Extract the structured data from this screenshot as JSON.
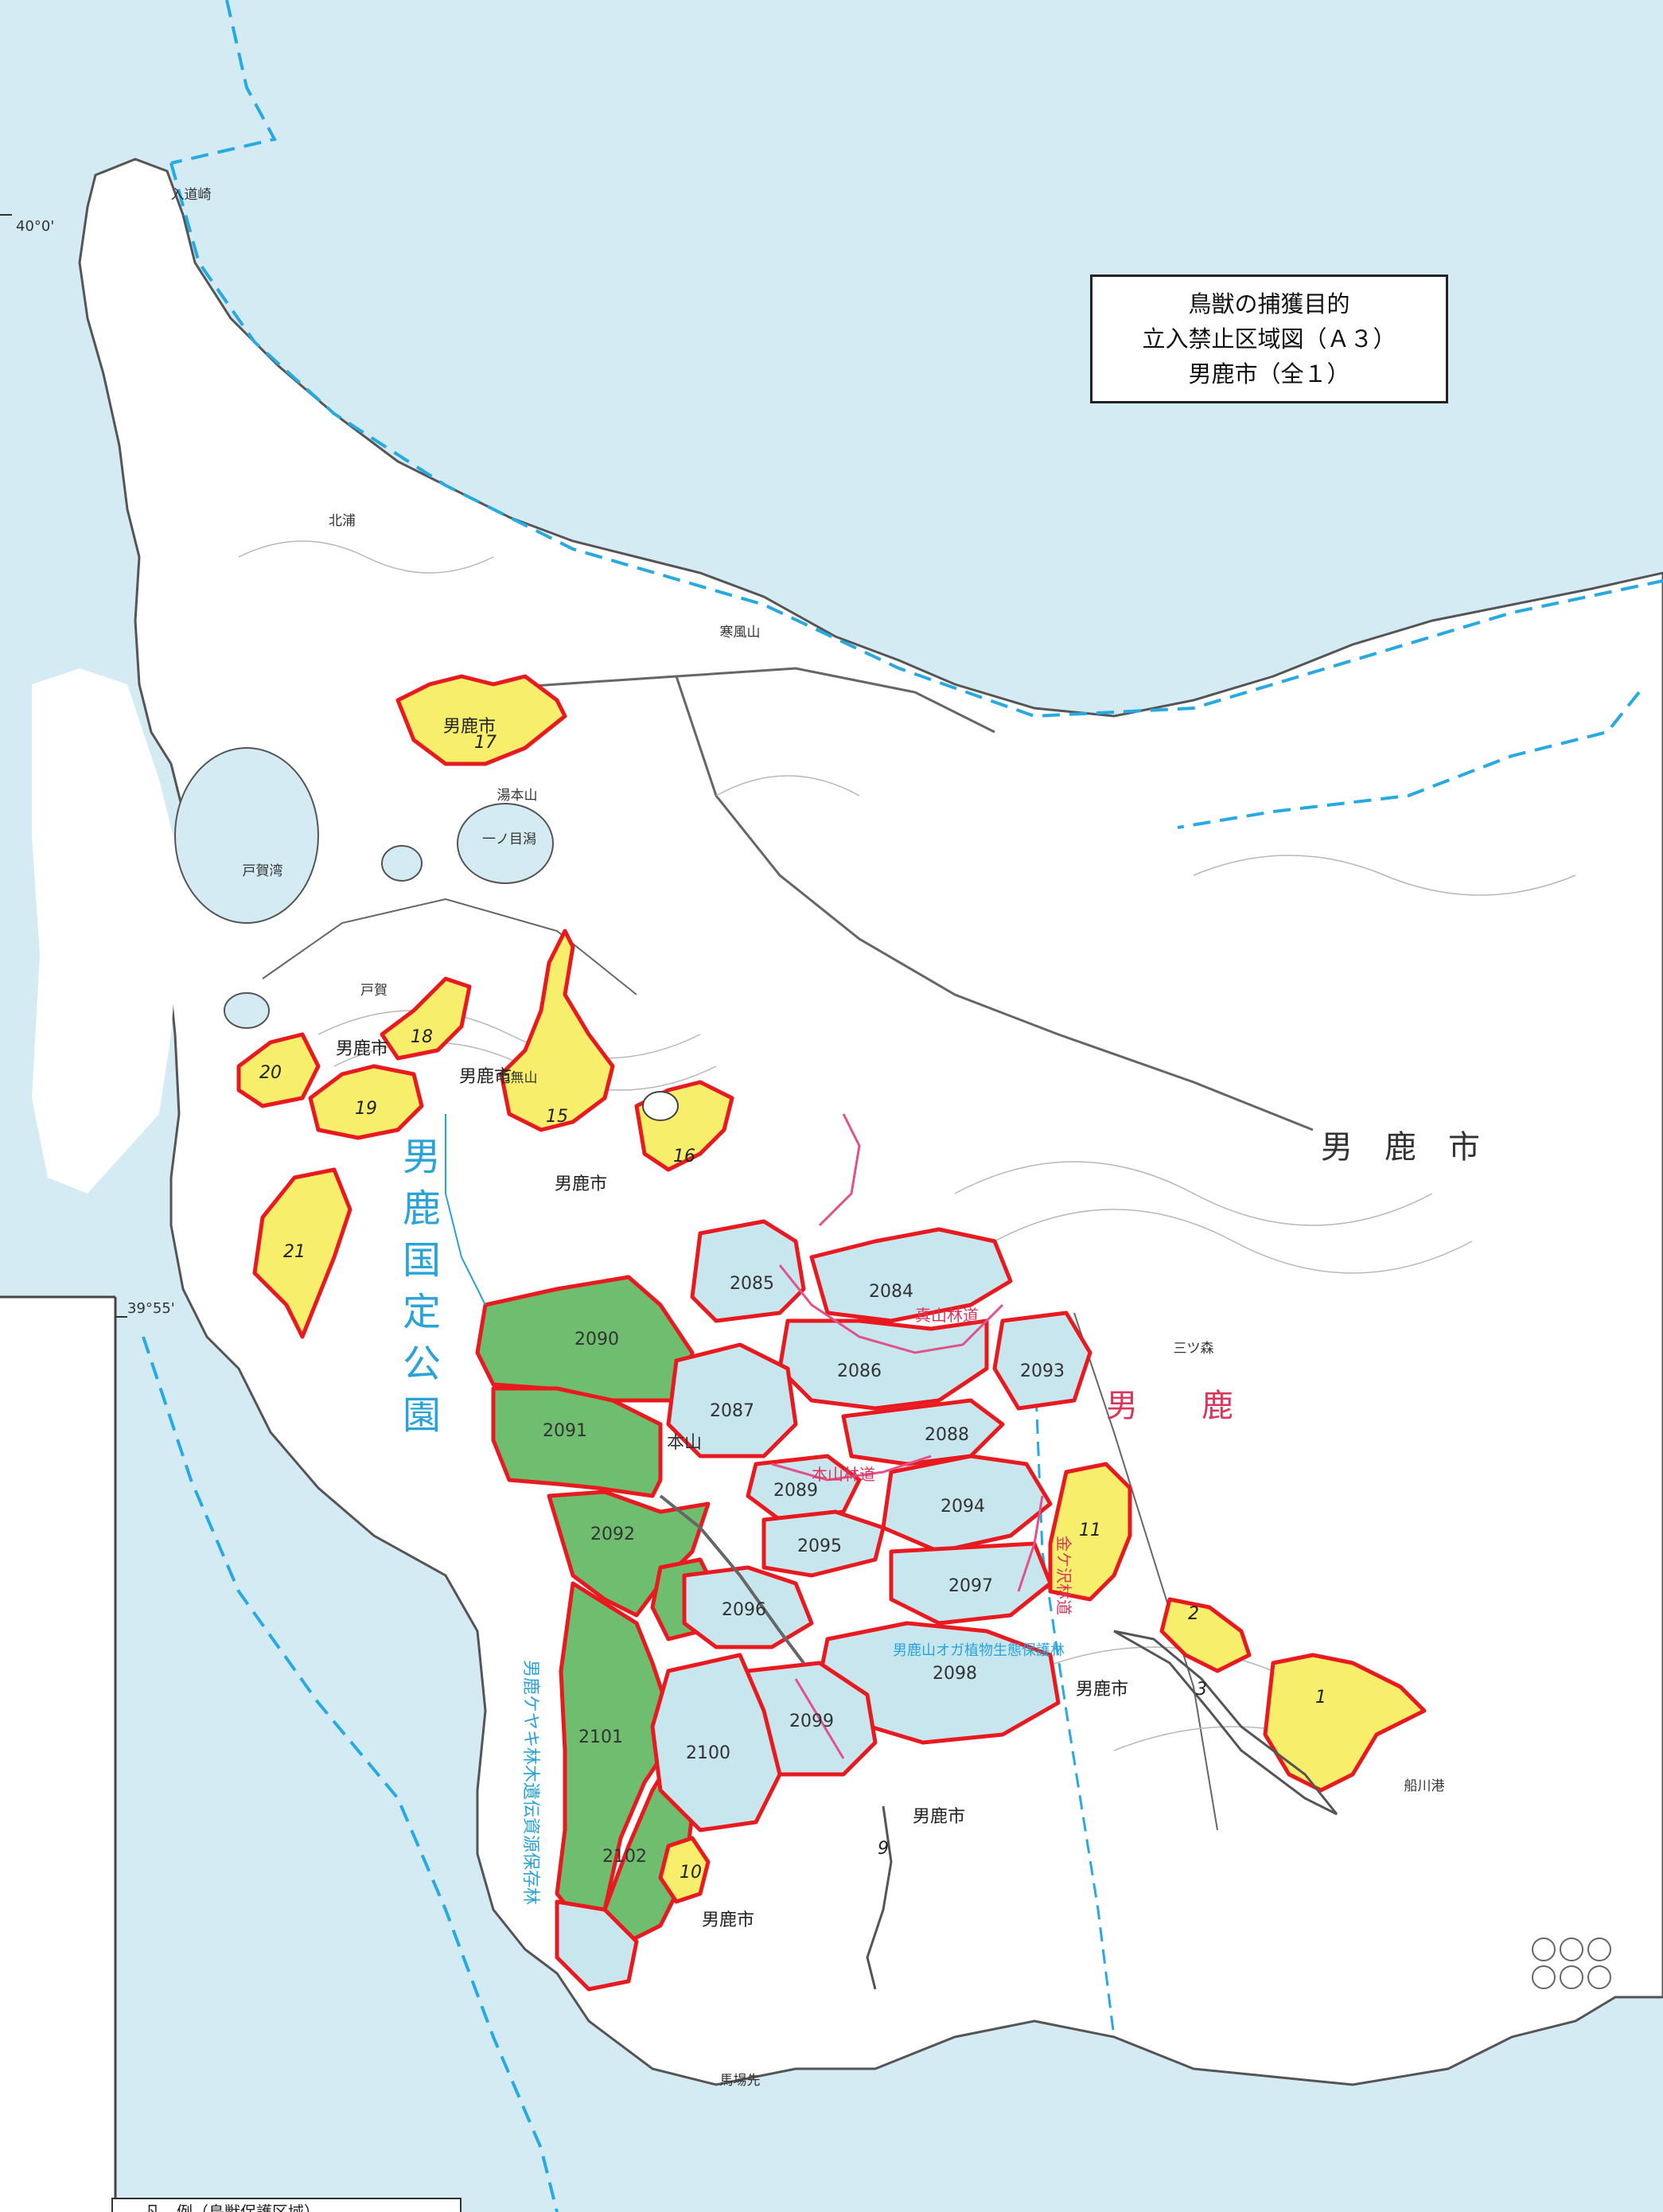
{
  "title_box": {
    "line1": "鳥獣の捕獲目的",
    "line2": "立入禁止区域図（Ａ３）",
    "line3": "男鹿市（全１）"
  },
  "big_labels": {
    "park": [
      "男",
      "鹿",
      "国",
      "定",
      "公",
      "園"
    ],
    "city_east": "男　鹿　市",
    "oga_red": "男　　鹿"
  },
  "coord_labels": {
    "lat_40": "40°0'",
    "lat_3955": "39°55'"
  },
  "city_labels": [
    "男鹿市",
    "男鹿市",
    "男鹿市",
    "男鹿市",
    "男鹿市",
    "男鹿市",
    "男鹿市"
  ],
  "place_names": {
    "ichinomegata": "一ノ目潟",
    "yumotoyama": "湯本山",
    "honzan": "本山",
    "kenashiyama": "毛無山",
    "toga": "戸賀",
    "togawan": "戸賀湾",
    "kitaura": "北浦",
    "nyudozaki": "入道崎",
    "hakoiyama": "寒風山",
    "mitsumori": "三ツ森",
    "umabasaki": "馬場先",
    "funakawa": "船川港"
  },
  "forest_labels": {
    "shinyama_rindo": "真山林道",
    "honzan_rindo": "本山林道",
    "kanagozawa_rindo": "金ケ沢林道",
    "keyaki": "男鹿ケヤキ林木遺伝資源保存林",
    "conservation": "男鹿山オガ植物生態保護林"
  },
  "areas_yellow": [
    "17",
    "18",
    "19",
    "20",
    "21",
    "15",
    "16",
    "11",
    "2",
    "1",
    "3",
    "9",
    "10"
  ],
  "areas_blue": [
    "2084",
    "2085",
    "2086",
    "2087",
    "2088",
    "2089",
    "2093",
    "2094",
    "2095",
    "2096",
    "2097",
    "2098",
    "2099",
    "2100"
  ],
  "areas_green": [
    "2090",
    "2091",
    "2092",
    "2101",
    "2102"
  ],
  "bottom_note": "凡　例（鳥獣保護区域）",
  "colors": {
    "sea": "#d4ebf4",
    "land": "#ffffff",
    "yellow_zone": "#f7ef6b",
    "blue_zone": "#c7e6ee",
    "green_zone": "#6fbe6f",
    "border_red": "#e8191f",
    "park_blue": "#2aa3d8",
    "coast_dash": "#27a9e1"
  }
}
